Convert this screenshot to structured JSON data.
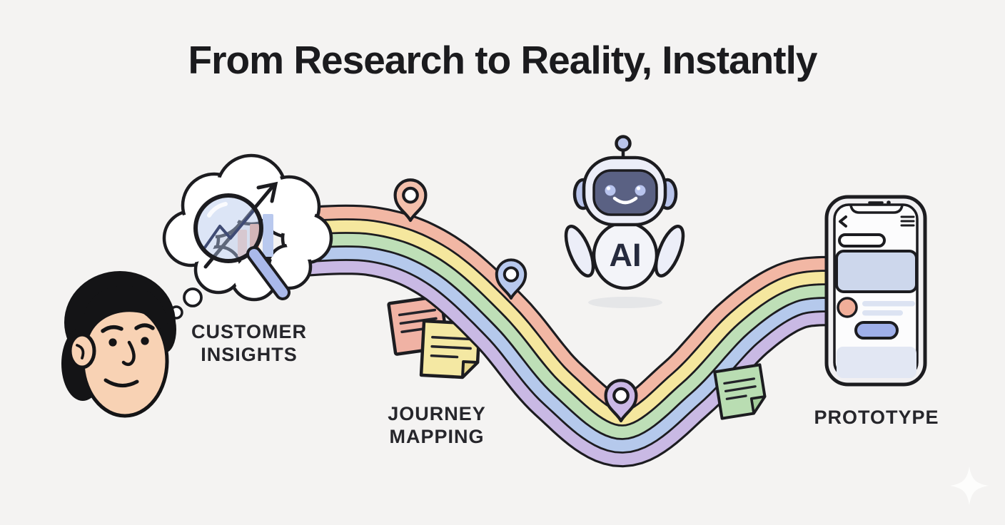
{
  "title": "From Research to Reality, Instantly",
  "stages": {
    "customer_insights": {
      "line1": "CUSTOMER",
      "line2": "INSIGHTS"
    },
    "journey_mapping": {
      "line1": "JOURNEY",
      "line2": "MAPPING"
    },
    "prototype": {
      "label": "PROTOTYPE"
    }
  },
  "robot": {
    "label": "AI"
  },
  "icons": {
    "thought_bubble": "💭",
    "magnifier": "🔍",
    "trend_arrow": "↗",
    "bar_chart": "📊",
    "map_pin": "📍",
    "sticky_note": "🗒",
    "robot": "🤖",
    "phone": "📱",
    "back": "‹",
    "menu": "≡",
    "sparkle": "✦"
  },
  "colors": {
    "background": "#f4f3f2",
    "outline": "#1c1c20",
    "rainbow": [
      "#f2b7a4",
      "#f5e79e",
      "#bedfb7",
      "#b5c9ec",
      "#c9b9e4"
    ],
    "pins": {
      "first": "#f4c0ac",
      "second": "#b8c9ee",
      "third": "#cbb8e6"
    },
    "notes": {
      "pink": "#f0b2a4",
      "yellow": "#f4e8a3",
      "yellow_fold": "#e7d78c",
      "green": "#b9ddb2",
      "green_fold": "#a3cc99"
    },
    "robot": {
      "shell": "#eceef8",
      "screen": "#5a6183",
      "eyes": "#b8c4ee",
      "ears": "#b9c4ea",
      "body": "#f3f4f9"
    },
    "phone": {
      "frame": "#f1f0f2",
      "screen": "#fcfcfd",
      "hero": "#cdd7ec",
      "avatar": "#f0ae99",
      "lines": "#dce3f2",
      "button": "#9fafe9",
      "card": "#e2e7f3"
    }
  }
}
